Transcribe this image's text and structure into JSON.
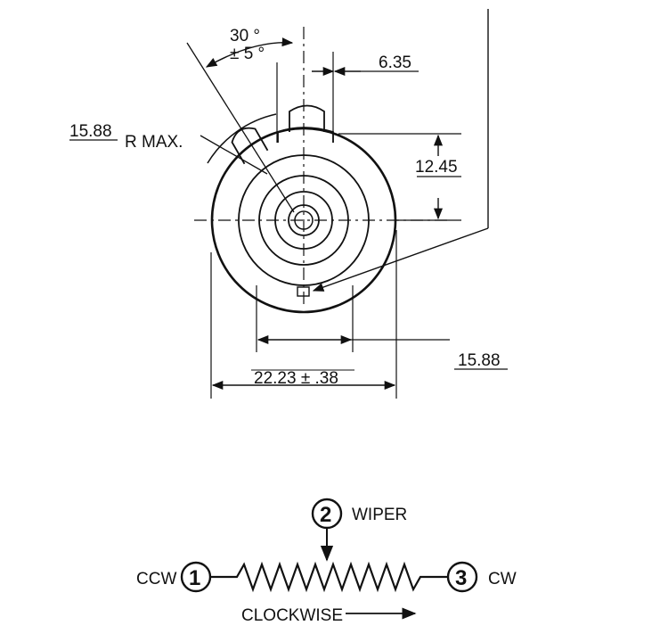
{
  "drawing": {
    "angle_label": "30 °",
    "angle_tol": "± 5 °",
    "shaft_width": "6.35",
    "radius_value": "15.88",
    "radius_suffix": "R MAX.",
    "flat_height": "12.45",
    "body_diameter": "22.23 ± .38",
    "mount_spacing": "15.88"
  },
  "schematic": {
    "pin_wiper_number": "2",
    "pin_wiper_label": "WIPER",
    "pin_ccw_number": "1",
    "pin_ccw_label": "CCW",
    "pin_cw_number": "3",
    "pin_cw_label": "CW",
    "direction_label": "CLOCKWISE"
  }
}
